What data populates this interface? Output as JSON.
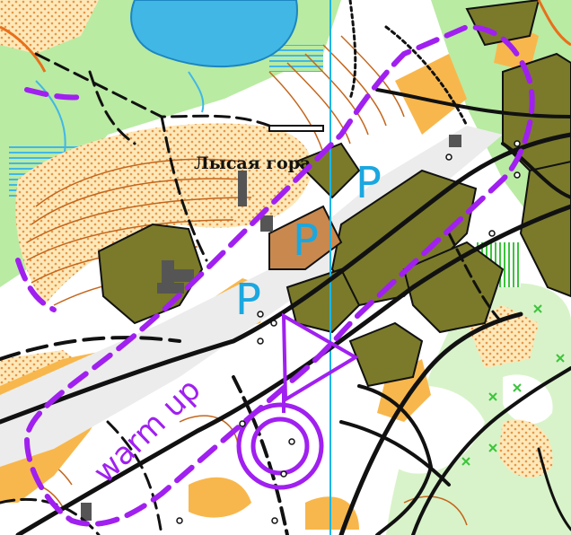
{
  "map": {
    "place_name": "Лысая гора",
    "parking_symbol": "P",
    "course_label": "warm up",
    "colors": {
      "open_land": "#f8b74c",
      "rough_open": "#fde8b8",
      "forest_white": "#ffffff",
      "green_vegetation": "#b9eba3",
      "olive_settlement": "#7a7a2a",
      "water_blue": "#41b7e6",
      "contour_brown": "#c4661d",
      "path_black": "#111111",
      "course_purple": "#a020f0",
      "parking_cyan": "#1ba7df",
      "meridian": "#1cb5e5",
      "road_gray": "#e9e9e9",
      "building_gray": "#555555"
    },
    "features": [
      "lake",
      "marsh",
      "contours",
      "settlement-area",
      "buildings",
      "parking",
      "paths",
      "roads",
      "start-triangle",
      "finish-circle",
      "warm-up-area"
    ]
  }
}
